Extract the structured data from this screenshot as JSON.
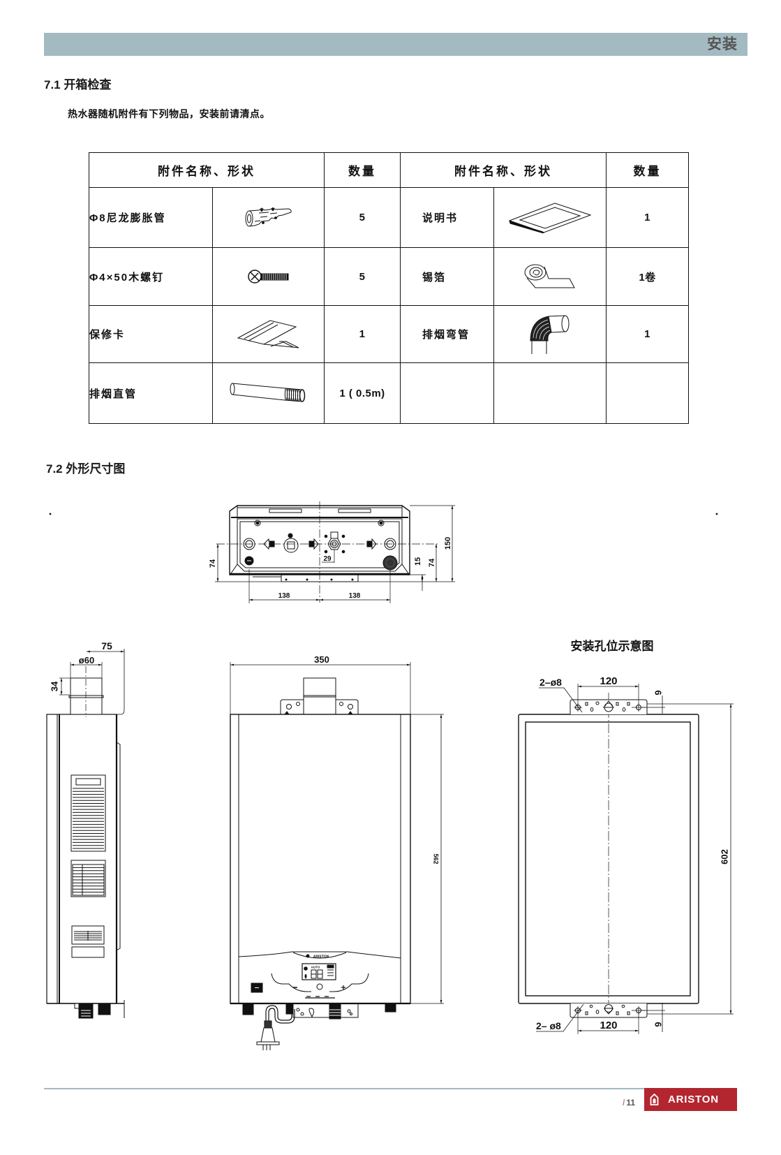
{
  "header": {
    "title": "安装"
  },
  "section1": {
    "heading": "7.1 开箱检查",
    "intro": "热水器随机附件有下列物品，安装前请清点。",
    "table": {
      "headers": [
        "附件名称、形状",
        "数量",
        "附件名称、形状",
        "数量"
      ],
      "rows": [
        {
          "left": {
            "name": "Φ8尼龙膨胀管",
            "icon": "wall-plug-icon",
            "qty": "5"
          },
          "right": {
            "name": "说明书",
            "icon": "manual-icon",
            "qty": "1"
          }
        },
        {
          "left": {
            "name": "Φ4×50木螺钉",
            "icon": "wood-screw-icon",
            "qty": "5"
          },
          "right": {
            "name": "锡箔",
            "icon": "foil-roll-icon",
            "qty": "1卷"
          }
        },
        {
          "left": {
            "name": "保修卡",
            "icon": "warranty-card-icon",
            "qty": "1"
          },
          "right": {
            "name": "排烟弯管",
            "icon": "flue-elbow-icon",
            "qty": "1"
          }
        },
        {
          "left": {
            "name": "排烟直管",
            "icon": "flue-pipe-icon",
            "qty": "1 ( 0.5m)"
          }
        }
      ]
    }
  },
  "section2": {
    "heading": "7.2 外形尺寸图",
    "bottom_view": {
      "inlet_depth": "74",
      "bracket_offset": "15",
      "outlet_depth": "74",
      "total_depth": "150",
      "left_spacing": "138",
      "right_spacing": "138",
      "gas_offset": "29"
    },
    "side_view": {
      "flue_offset": "75",
      "flue_diameter": "ø60",
      "flue_height": "34"
    },
    "front_view": {
      "width": "350",
      "height": "562",
      "panel_brand": "ARISTON",
      "panel_mode": "AUTO"
    },
    "mount_diagram": {
      "title": "安装孔位示意图",
      "top_holes": "2–ø8",
      "top_spacing": "120",
      "top_offset": "6",
      "overall_height": "602",
      "bottom_holes": "2– ø8",
      "bottom_spacing": "120",
      "bottom_offset": "6"
    }
  },
  "footer": {
    "page_prefix": "/",
    "page_number": "11",
    "brand": "ARISTON"
  },
  "colors": {
    "accent_bar": "#a4bac1",
    "brand_red": "#b3262f",
    "header_text": "#555555"
  }
}
